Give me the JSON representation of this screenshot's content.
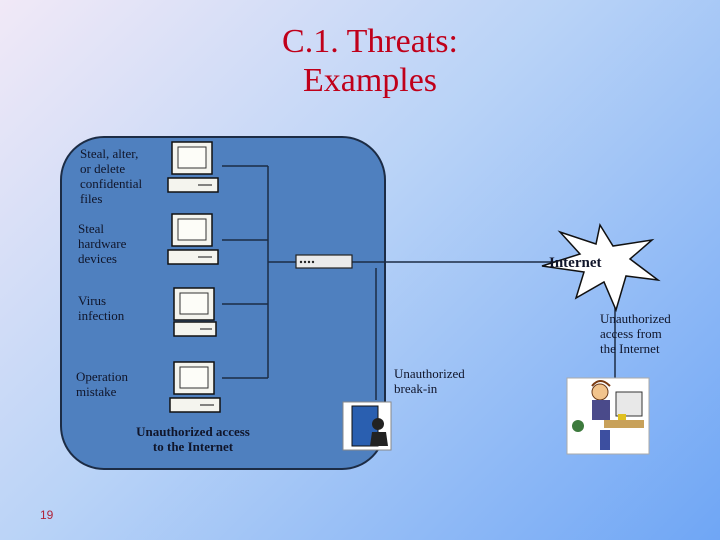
{
  "slide": {
    "title_line1": "C.1. Threats:",
    "title_line2": "Examples",
    "page_number": "19"
  },
  "threats": [
    {
      "label": "Steal, alter,\nor delete\nconfidential\nfiles"
    },
    {
      "label": "Steal\nhardware\ndevices"
    },
    {
      "label": "Virus\ninfection"
    },
    {
      "label": "Operation\nmistake"
    }
  ],
  "internal_access_label": "Unauthorized access\nto the Internet",
  "internet_label": "Internet",
  "external_access_label": "Unauthorized\naccess from\nthe Internet",
  "break_in_label": "Unauthorized\nbreak-in",
  "colors": {
    "title": "#c0001a",
    "panel": "#4f80bf",
    "line": "#1c2c45"
  }
}
